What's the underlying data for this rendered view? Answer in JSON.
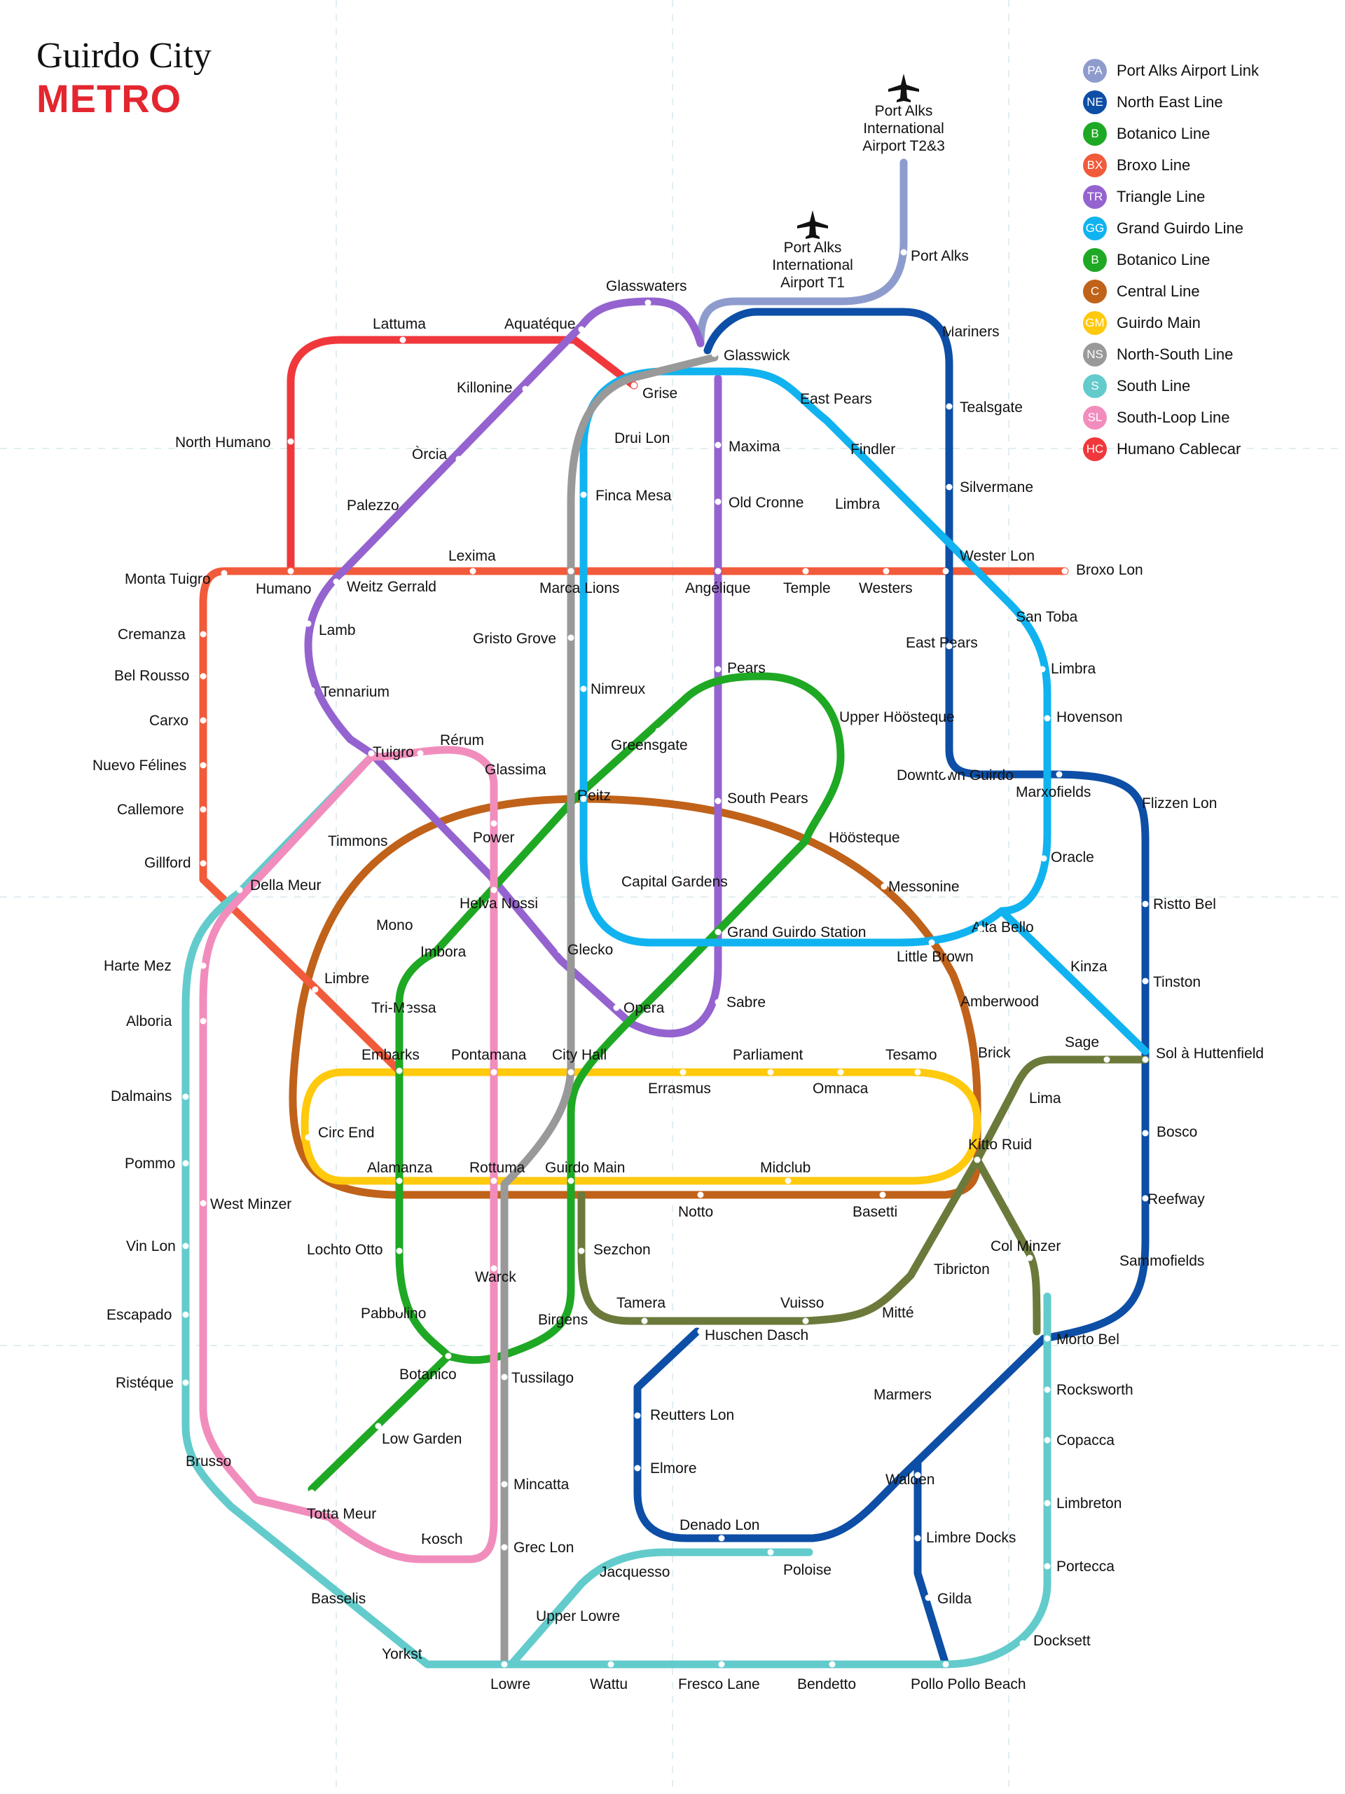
{
  "title": {
    "line1": "Guirdo City",
    "line2": "METRO"
  },
  "legend": [
    {
      "code": "PA",
      "name": "Port Alks Airport Link",
      "color": "#8e9ccd"
    },
    {
      "code": "NE",
      "name": "North East Line",
      "color": "#0d4ea6"
    },
    {
      "code": "B",
      "name": "Botanico Line",
      "color": "#1fa824"
    },
    {
      "code": "BX",
      "name": "Broxo Line",
      "color": "#f15a3a"
    },
    {
      "code": "TR",
      "name": "Triangle Line",
      "color": "#9463cf"
    },
    {
      "code": "GG",
      "name": "Grand Guirdo Line",
      "color": "#10b3ef"
    },
    {
      "code": "B",
      "name": "Botanico Line",
      "color": "#1fa824"
    },
    {
      "code": "C",
      "name": "Central Line",
      "color": "#c06219"
    },
    {
      "code": "GM",
      "name": "Guirdo Main",
      "color": "#ffc90d"
    },
    {
      "code": "NS",
      "name": "North-South Line",
      "color": "#999999"
    },
    {
      "code": "S",
      "name": "South Line",
      "color": "#63cbcc"
    },
    {
      "code": "SL",
      "name": "South-Loop Line",
      "color": "#f18dbc"
    },
    {
      "code": "HC",
      "name": "Humano Cablecar",
      "color": "#f0383c"
    }
  ],
  "airports": [
    {
      "name": "Port Alks International Airport T2&3",
      "lines": [
        "Port Alks",
        "International",
        "Airport T2&3"
      ]
    },
    {
      "name": "Port Alks International Airport T1",
      "lines": [
        "Port Alks",
        "International",
        "Airport T1"
      ]
    }
  ],
  "stations": [
    "Port Alks",
    "Mariners",
    "Glasswaters",
    "Glasswick",
    "Lattuma",
    "Aquatéque",
    "Killonine",
    "Grise",
    "East Pears",
    "Tealsgate",
    "North Humano",
    "Òrcia",
    "Drui Lon",
    "Maxima",
    "Findler",
    "Palezzo",
    "Finca Mesa",
    "Old Cronne",
    "Limbra",
    "Silvermane",
    "Lexima",
    "Wester Lon",
    "Broxo Lon",
    "Monta Tuigro",
    "Humano",
    "Weitz Gerrald",
    "Marca Lions",
    "Angélique",
    "Temple",
    "Westers",
    "San Toba",
    "Cremanza",
    "Lamb",
    "Gristo Grove",
    "East Pears",
    "Bel Rousso",
    "Pears",
    "Limbra",
    "Carxo",
    "Tennarium",
    "Nimreux",
    "Upper Höösteque",
    "Hovenson",
    "Greensgate",
    "Nuevo Félines",
    "Rérum",
    "Tuigro",
    "Glassima",
    "Downtown Guirdo",
    "Marxofields",
    "Flizzen Lon",
    "Callemore",
    "Reitz",
    "South Pears",
    "Power",
    "Höösteque",
    "Timmons",
    "Gillford",
    "Oracle",
    "Capital Gardens",
    "Messonine",
    "Della Meur",
    "Helva Nossi",
    "Ristto Bel",
    "Mono",
    "Alta Bello",
    "Grand Guirdo Station",
    "Little Brown",
    "Harte Mez",
    "Imbora",
    "Glecko",
    "Kinza",
    "Limbre",
    "Tinston",
    "Amberwood",
    "Tri-Messa",
    "Sabre",
    "Opera",
    "Alboria",
    "Embarks",
    "Pontamana",
    "City Hall",
    "Parliament",
    "Tesamo",
    "Sage",
    "Brick",
    "Sol à Huttenfield",
    "Errasmus",
    "Omnaca",
    "Dalmains",
    "Lima",
    "Circ End",
    "Bosco",
    "Kitto Ruid",
    "Pommo",
    "Alamanza",
    "Rottuma",
    "Guirdo Main",
    "Midclub",
    "Reefway",
    "West Minzer",
    "Notto",
    "Basetti",
    "Vin Lon",
    "Lochto Otto",
    "Sezchon",
    "Col Minzer",
    "Sammofields",
    "Warck",
    "Tibricton",
    "Escapado",
    "Tamera",
    "Vuisso",
    "Pabbolino",
    "Mitté",
    "Birgens",
    "Huschen Dasch",
    "Morto Bel",
    "Botanico",
    "Tussilago",
    "Ristéque",
    "Rocksworth",
    "Reutters Lon",
    "Marmers",
    "Low Garden",
    "Copacca",
    "Brusso",
    "Elmore",
    "Walden",
    "Mincatta",
    "Limbreton",
    "Totta Meur",
    "Denado Lon",
    "Limbre Docks",
    "Rosch",
    "Grec Lon",
    "Poloise",
    "Jacquesso",
    "Portecca",
    "Basselis",
    "Gilda",
    "Upper Lowre",
    "Docksett",
    "Yorkst",
    "Lowre",
    "Wattu",
    "Fresco Lane",
    "Bendetto",
    "Pollo Pollo Beach"
  ]
}
